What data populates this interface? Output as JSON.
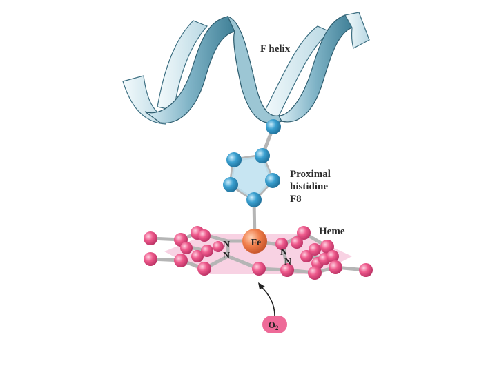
{
  "labels": {
    "helix": "F helix",
    "histidine_line1": "Proximal",
    "histidine_line2": "histidine",
    "histidine_line3": "F8",
    "heme": "Heme",
    "iron": "Fe",
    "nitrogen": "N",
    "oxygen": "O",
    "oxygen_subscript": "2"
  },
  "colors": {
    "helix_dark": "#4e8aa0",
    "helix_light": "#e6f3f7",
    "histidine_atom": "#3aa0d0",
    "histidine_ring_fill": "#bde0f0",
    "iron_atom": "#f07d4a",
    "heme_atom": "#ee5a8c",
    "heme_plane": "#f7cde0",
    "bond": "#b5b5b5",
    "o2_fill": "#ee6a98"
  }
}
